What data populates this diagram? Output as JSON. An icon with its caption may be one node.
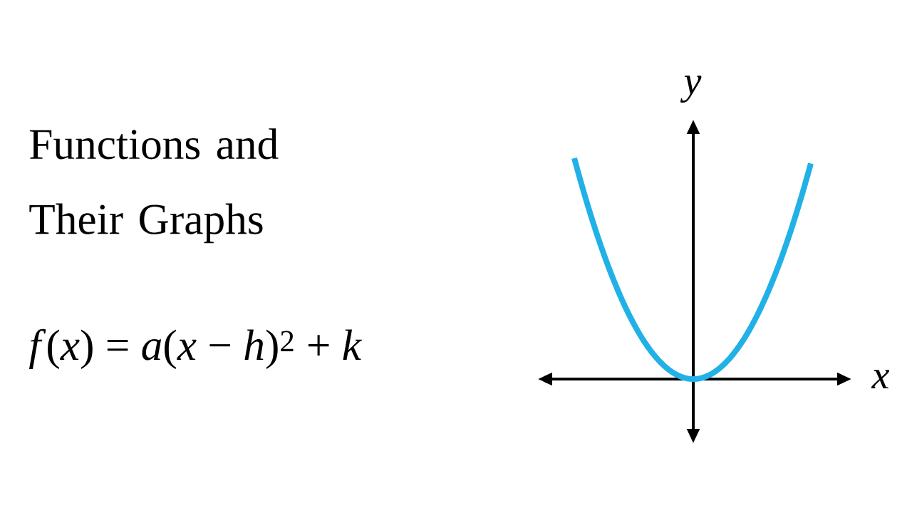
{
  "diagram": {
    "title": "Functions and Their Graphs",
    "labels": [
      "*f*(*x*) = *a*(*x* − *h*)$^{2}$ + *k*",
      "*y*",
      "*x*"
    ]
  }
}
